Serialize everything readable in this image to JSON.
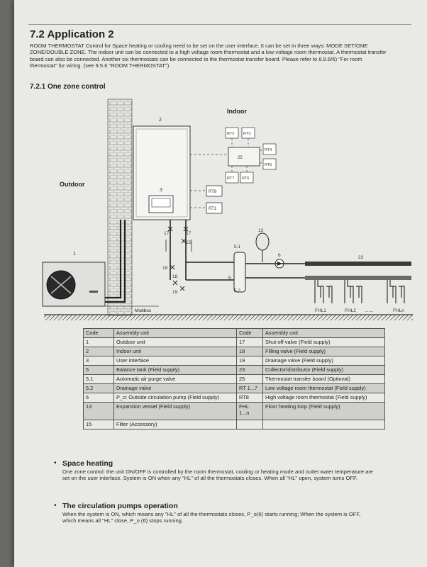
{
  "section": {
    "heading": "7.2 Application 2",
    "intro": "ROOM THERMOSTAT Control for Space heating or cooling need to be set on the user interface. It can be set in three ways: MODE SET/ONE ZONE/DOUBLE ZONE. The indoor unit can be connected to a high voltage room thermostat and a low voltage room thermostat. A thermostat transfer board can also be connected. Another six thermostats can be connected to the thermostat transfer board. Please refer to 8.8.6/6) \"For room thermostat\" for wiring. (see 9.5.6 \"ROOM THERMOSTAT\")",
    "subheading": "7.2.1 One zone control"
  },
  "diagram": {
    "indoor_label": "Indoor",
    "outdoor_label": "Outdoor",
    "modbus_label": "Modbus",
    "labels": {
      "n1": "1",
      "n2": "2",
      "n3": "3",
      "n13": "13",
      "n6": "6",
      "n23": "23",
      "n5_1": "5.1",
      "n5": "5",
      "n5_2": "5.2",
      "n15": "15",
      "n17a": "17",
      "n17b": "17",
      "n19a": "19",
      "n19b": "19",
      "n18": "18",
      "rt1": "RT1",
      "rt2": "RT2",
      "rt3": "RT3",
      "rt4": "RT4",
      "rt5": "RT5",
      "rt6": "RT6",
      "rt7": "RT7",
      "rt8": "RT8",
      "b25": "25",
      "fhl1": "FHL1",
      "fhl2": "FHL2",
      "dots": ".......",
      "fhln": "FHLn"
    }
  },
  "table": {
    "headers": [
      "Code",
      "Assembly unit",
      "Code",
      "Assembly unit"
    ],
    "rows": [
      [
        "1",
        "Outdoor unit",
        "17",
        "Shut-off valve (Field supply)"
      ],
      [
        "2",
        "Indoor unit",
        "18",
        "Filling valve (Field supply)"
      ],
      [
        "3",
        "User interface",
        "19",
        "Drainage valve (Field supply)"
      ],
      [
        "5",
        "Balance tank (Field supply)",
        "23",
        "Collector/distributor (Field supply)"
      ],
      [
        "5.1",
        "Automatic air purge valve",
        "25",
        "Thermostat transfer board (Optional)"
      ],
      [
        "5.2",
        "Drainage valve",
        "RT 1...7",
        "Low voltage room thermostat (Field supply)"
      ],
      [
        "6",
        "P_o: Outside circulation pump (Field supply)",
        "RT8",
        "High voltage room thermostat (Field supply)"
      ],
      [
        "13",
        "Expansion vessel (Field supply)",
        "FHL 1...n",
        "Floor heating loop (Field supply)"
      ],
      [
        "15",
        "Filter (Accessory)",
        "",
        ""
      ]
    ]
  },
  "space_heating": {
    "title": "Space heating",
    "body": "One zone control: the unit ON/OFF is controlled by the room thermostat, cooling or heating mode and outlet water temperature are set on the user interface. System is ON when any \"HL\" of all the thermostats closes. When all \"HL\" open, system turns OFF."
  },
  "circulation": {
    "title": "The circulation pumps operation",
    "body": "When the system is ON, which means any \"HL\" of all the thermostats closes, P_o(6) starts running; When the system is OFF, which means all \"HL\" close, P_o (6) stops running."
  }
}
